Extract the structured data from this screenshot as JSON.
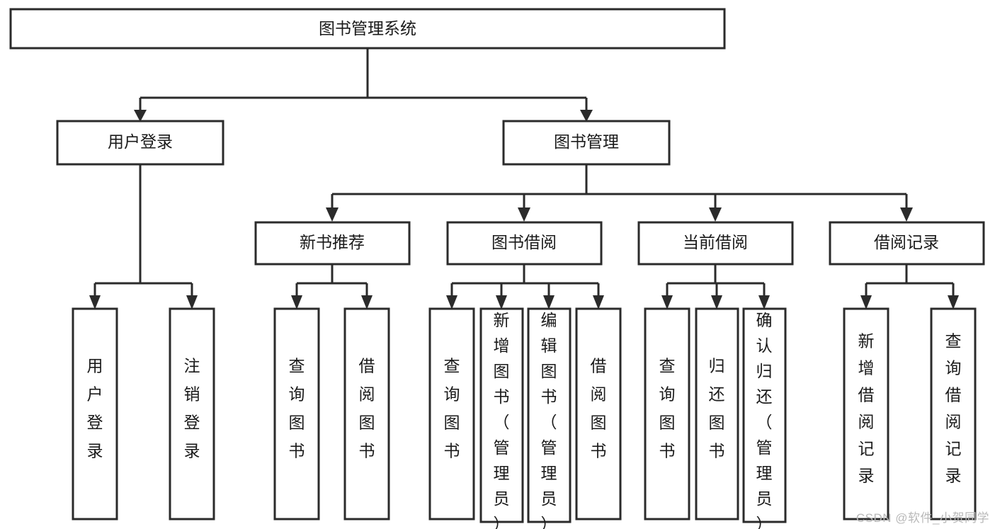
{
  "diagram": {
    "type": "tree-hierarchy",
    "title": "图书管理系统",
    "watermark": "CSDN @软件_小贺同学",
    "colors": {
      "box_stroke": "#2b2b2b",
      "box_fill": "#ffffff",
      "text": "#1a1a1a",
      "background": "#ffffff",
      "watermark": "#b9b9b9"
    },
    "nodes": {
      "root": {
        "label": "图书管理系统"
      },
      "level2": [
        {
          "id": "user-login",
          "label": "用户登录"
        },
        {
          "id": "book-management",
          "label": "图书管理"
        }
      ],
      "level3": [
        {
          "id": "new-book-recommend",
          "label": "新书推荐"
        },
        {
          "id": "book-borrow",
          "label": "图书借阅"
        },
        {
          "id": "current-borrow",
          "label": "当前借阅"
        },
        {
          "id": "borrow-record",
          "label": "借阅记录"
        }
      ],
      "leaves": [
        {
          "id": "leaf-user-login",
          "label": "用户登录",
          "parent": "user-login"
        },
        {
          "id": "leaf-logout-login",
          "label": "注销登录",
          "parent": "user-login"
        },
        {
          "id": "leaf-query-book-1",
          "label": "查询图书",
          "parent": "new-book-recommend"
        },
        {
          "id": "leaf-borrow-book-1",
          "label": "借阅图书",
          "parent": "new-book-recommend"
        },
        {
          "id": "leaf-query-book-2",
          "label": "查询图书",
          "parent": "book-borrow"
        },
        {
          "id": "leaf-add-book",
          "label": "新增图书（管理员）",
          "parent": "book-borrow"
        },
        {
          "id": "leaf-edit-book",
          "label": "编辑图书（管理员）",
          "parent": "book-borrow"
        },
        {
          "id": "leaf-borrow-book-2",
          "label": "借阅图书",
          "parent": "book-borrow"
        },
        {
          "id": "leaf-query-book-3",
          "label": "查询图书",
          "parent": "current-borrow"
        },
        {
          "id": "leaf-return-book",
          "label": "归还图书",
          "parent": "current-borrow"
        },
        {
          "id": "leaf-confirm-return",
          "label": "确认归还（管理员）",
          "parent": "current-borrow"
        },
        {
          "id": "leaf-add-record",
          "label": "新增借阅记录",
          "parent": "borrow-record"
        },
        {
          "id": "leaf-query-record",
          "label": "查询借阅记录",
          "parent": "borrow-record"
        }
      ]
    }
  }
}
